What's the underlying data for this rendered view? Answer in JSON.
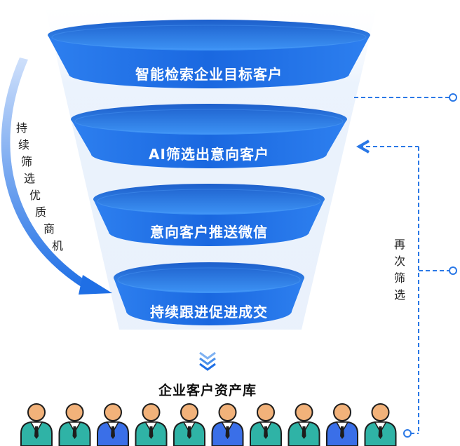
{
  "colors": {
    "funnel_dark": "#1560d8",
    "funnel_mid": "#2f86f2",
    "funnel_light": "#4aa3ff",
    "arrow_blue": "#1f6fe5",
    "dash_blue": "#2a78e6",
    "person_green": "#2fb3a6",
    "person_blue": "#3a6fe8",
    "person_skin": "#f2b27a"
  },
  "funnel": {
    "stages": [
      {
        "label": "智能检索企业目标客户"
      },
      {
        "label": "AI筛选出意向客户"
      },
      {
        "label": "意向客户推送微信"
      },
      {
        "label": "持续跟进促进成交"
      }
    ]
  },
  "left_arrow": {
    "label_chars": [
      "持",
      "续",
      "筛",
      "选",
      "优",
      "质",
      "商",
      "机"
    ]
  },
  "right_loop": {
    "label_chars": [
      "再",
      "次",
      "筛",
      "选"
    ]
  },
  "pool": {
    "title": "企业客户资产库",
    "icon": "double-chevron-down-icon",
    "people": [
      {
        "suit": "green"
      },
      {
        "suit": "green"
      },
      {
        "suit": "blue"
      },
      {
        "suit": "green"
      },
      {
        "suit": "green"
      },
      {
        "suit": "blue"
      },
      {
        "suit": "green"
      },
      {
        "suit": "green"
      },
      {
        "suit": "blue"
      },
      {
        "suit": "green"
      }
    ]
  }
}
